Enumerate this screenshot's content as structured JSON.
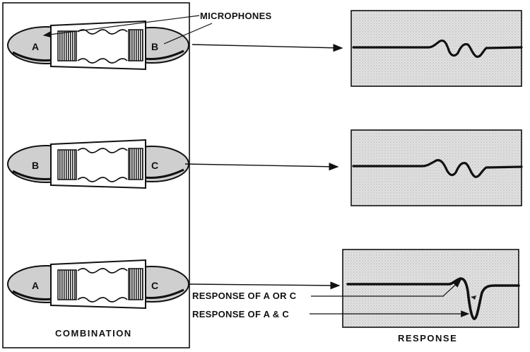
{
  "labels": {
    "microphones": "MICROPHONES",
    "combination": "COMBINATION",
    "response": "RESPONSE",
    "response_a_or_c": "RESPONSE OF A OR C",
    "response_a_and_c": "RESPONSE OF A & C"
  },
  "combinations": [
    {
      "left": "A",
      "right": "B"
    },
    {
      "left": "B",
      "right": "C"
    },
    {
      "left": "A",
      "right": "C"
    }
  ],
  "colors": {
    "ink": "#111111",
    "mic_fill": "#cfcfcf",
    "panel_fill": "#dadada"
  }
}
